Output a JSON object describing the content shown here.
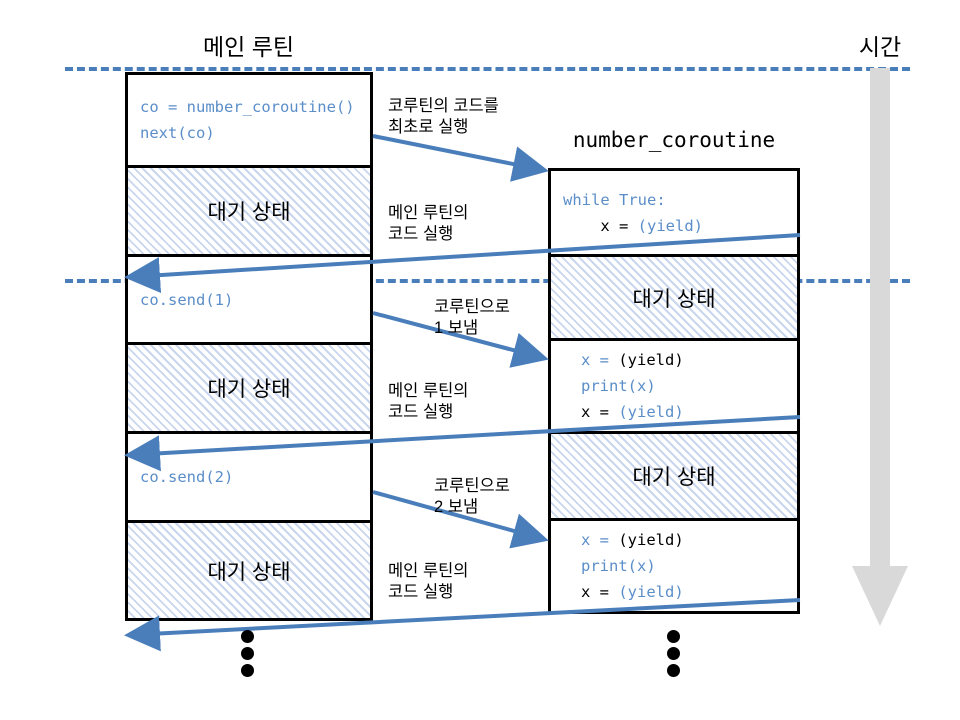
{
  "titles": {
    "main_routine": "메인 루틴",
    "time": "시간",
    "coroutine": "number_coroutine"
  },
  "colors": {
    "code_blue": "#5b8ec9",
    "arrow_blue": "#4a7ebb",
    "dashed_line": "#4a7ebb",
    "hatch": "#c9d6ee",
    "time_arrow_gray": "#d9d9d9",
    "border": "#000000"
  },
  "left_column": {
    "label": "메인 루틴",
    "cells": [
      {
        "type": "code",
        "lines": [
          "co = number_coroutine()",
          "next(co)"
        ]
      },
      {
        "type": "wait",
        "label": "대기 상태"
      },
      {
        "type": "code",
        "lines": [
          "co.send(1)"
        ]
      },
      {
        "type": "wait",
        "label": "대기 상태"
      },
      {
        "type": "code",
        "lines": [
          "co.send(2)"
        ]
      },
      {
        "type": "wait",
        "label": "대기 상태"
      }
    ],
    "ellipsis": "⋮"
  },
  "right_column": {
    "label": "number_coroutine",
    "cells": [
      {
        "type": "code",
        "lines": [
          "while True:",
          "    x = (yield)"
        ]
      },
      {
        "type": "wait",
        "label": "대기 상태"
      },
      {
        "type": "code",
        "lines": [
          "x = (yield)",
          "print(x)",
          "x = (yield)"
        ]
      },
      {
        "type": "wait",
        "label": "대기 상태"
      },
      {
        "type": "code",
        "lines": [
          "x = (yield)",
          "print(x)",
          "x = (yield)"
        ]
      }
    ],
    "ellipsis": "⋮"
  },
  "arrows": [
    {
      "id": "a1",
      "direction": "right",
      "label": "코루틴의 코드를\n최초로 실행"
    },
    {
      "id": "a2",
      "direction": "left",
      "label": "메인 루틴의\n코드 실행"
    },
    {
      "id": "a3",
      "direction": "right",
      "label": "코루틴으로\n1 보냄"
    },
    {
      "id": "a4",
      "direction": "left",
      "label": "메인 루틴의\n코드 실행"
    },
    {
      "id": "a5",
      "direction": "right",
      "label": "코루틴으로\n2 보냄"
    },
    {
      "id": "a6",
      "direction": "left",
      "label": "메인 루틴의\n코드 실행"
    }
  ],
  "time_axis": {
    "label": "시간",
    "direction": "downward"
  }
}
